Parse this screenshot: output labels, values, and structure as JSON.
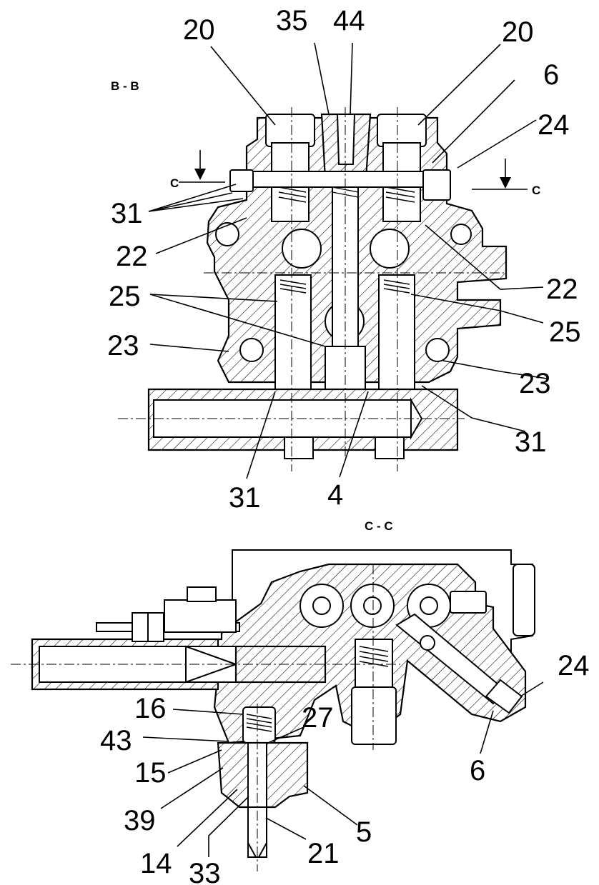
{
  "sections": {
    "bb": "B - B",
    "cc": "C - C",
    "c_left": "C",
    "c_right": "C"
  },
  "labels_top": {
    "l20a": "20",
    "l35": "35",
    "l44": "44",
    "l20b": "20",
    "l6": "6",
    "l24": "24",
    "l31a": "31",
    "l22a": "22",
    "l25a": "25",
    "l23a": "23",
    "l22b": "22",
    "l25b": "25",
    "l23b": "23",
    "l31b": "31",
    "l31c": "31",
    "l4": "4"
  },
  "labels_bottom": {
    "l24": "24",
    "l6": "6",
    "l16": "16",
    "l27": "27",
    "l43": "43",
    "l15": "15",
    "l39": "39",
    "l5": "5",
    "l14": "14",
    "l21": "21",
    "l33": "33"
  }
}
